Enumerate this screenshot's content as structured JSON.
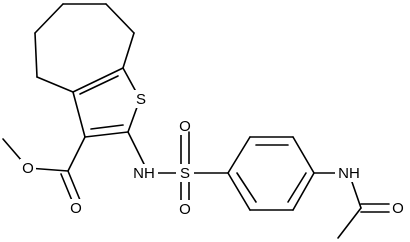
{
  "molecule": {
    "atom_labels": {
      "sulfur_thiophene": "S",
      "sulfonyl_sulfur": "S",
      "sulfonyl_oxygen_top": "O",
      "sulfonyl_oxygen_bottom": "O",
      "sulfonamide_nh": "NH",
      "acetamide_nh": "NH",
      "ester_carbonyl_oxygen": "O",
      "ester_ether_oxygen": "O",
      "amide_oxygen": "O"
    },
    "colors": {
      "bond": "#000000",
      "text": "#000000",
      "background": "#ffffff"
    }
  }
}
